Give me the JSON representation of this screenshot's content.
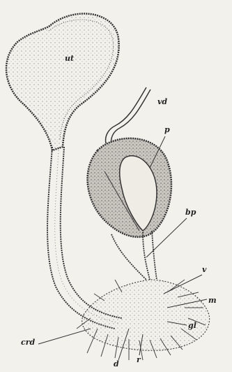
{
  "labels": {
    "ut": "ut",
    "vd": "vd",
    "p": "p",
    "bp": "bp",
    "v": "v",
    "m": "m",
    "gl": "gl",
    "crd": "crd",
    "d": "d",
    "r": "r"
  }
}
